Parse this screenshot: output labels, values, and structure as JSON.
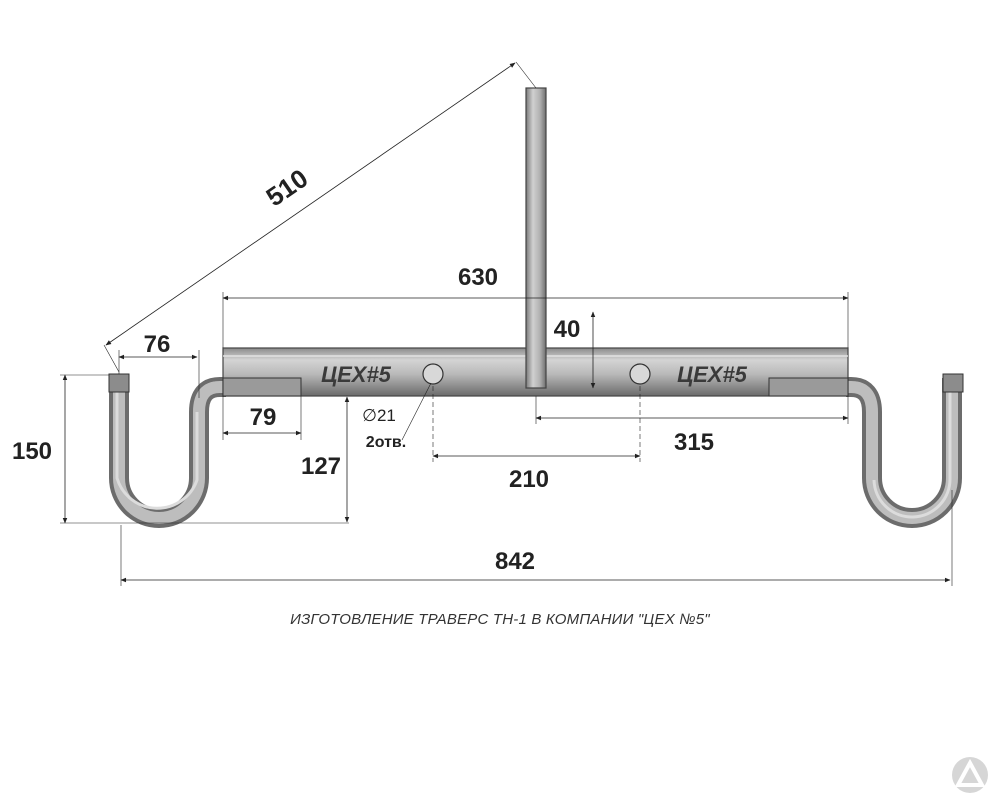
{
  "dimensions": {
    "diag": "510",
    "d630": "630",
    "d40": "40",
    "d76": "76",
    "d150": "150",
    "d79": "79",
    "hole_dia": "∅21",
    "holes_count": "2отв.",
    "d127": "127",
    "d210": "210",
    "d315": "315",
    "d842": "842"
  },
  "logos": {
    "left": "ЦЕХ#5",
    "right": "ЦЕХ#5"
  },
  "caption": "ИЗГОТОВЛЕНИЕ ТРАВЕРС ТН-1 В КОМПАНИИ \"ЦЕХ №5\"",
  "watermark_logo": "triangle-logo"
}
